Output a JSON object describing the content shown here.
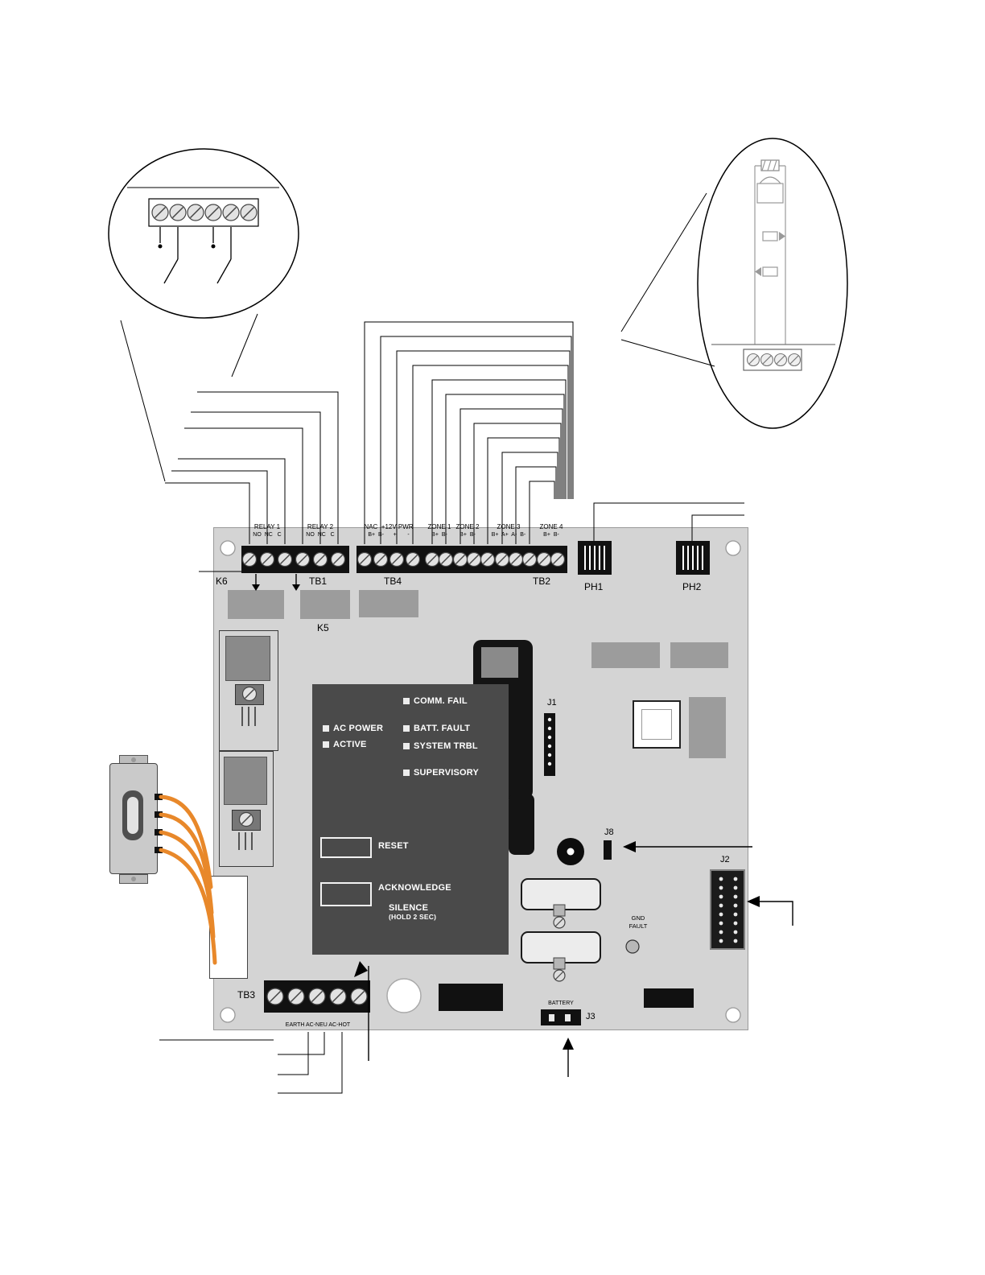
{
  "terminal_headers": {
    "relay1": {
      "title": "RELAY 1",
      "pins": "NO  NC   C"
    },
    "relay2": {
      "title": "RELAY 2",
      "pins": "NO  NC   C"
    },
    "nac": {
      "title": "NAC  +12V PWR",
      "pins": "B+  B-      +       -"
    },
    "zone1": {
      "title": "ZONE 1",
      "pins": "B+  B-"
    },
    "zone2": {
      "title": "ZONE 2",
      "pins": "B+  B-"
    },
    "zone3": {
      "title": "ZONE 3",
      "pins": "B+  A+  A-  B-"
    },
    "zone4": {
      "title": "ZONE 4",
      "pins": "B+  B-"
    }
  },
  "board_labels": {
    "k6": "K6",
    "tb1": "TB1",
    "tb4": "TB4",
    "tb2": "TB2",
    "ph1": "PH1",
    "ph2": "PH2",
    "k5": "K5",
    "j1": "J1",
    "j8": "J8",
    "j2": "J2",
    "j3": "J3",
    "tb3": "TB3",
    "gnd": "GND",
    "fault": "FAULT",
    "battery": "BATTERY",
    "tb3_pins": "EARTH AC-NEU AC-HOT"
  },
  "panel": {
    "leds": [
      {
        "label": "COMM. FAIL"
      },
      {
        "label": "AC POWER"
      },
      {
        "label": "BATT. FAULT"
      },
      {
        "label": "ACTIVE"
      },
      {
        "label": "SYSTEM TRBL"
      },
      {
        "label": "SUPERVISORY"
      }
    ],
    "reset": "RESET",
    "ack1": "ACKNOWLEDGE",
    "ack2": "SILENCE",
    "ack2_note": "(HOLD 2 SEC)"
  },
  "colors": {
    "board": "#d4d4d4",
    "panel": "#4a4a4a",
    "block": "#111111",
    "wire": "#000000",
    "transformer_wire": "#e8882a"
  }
}
